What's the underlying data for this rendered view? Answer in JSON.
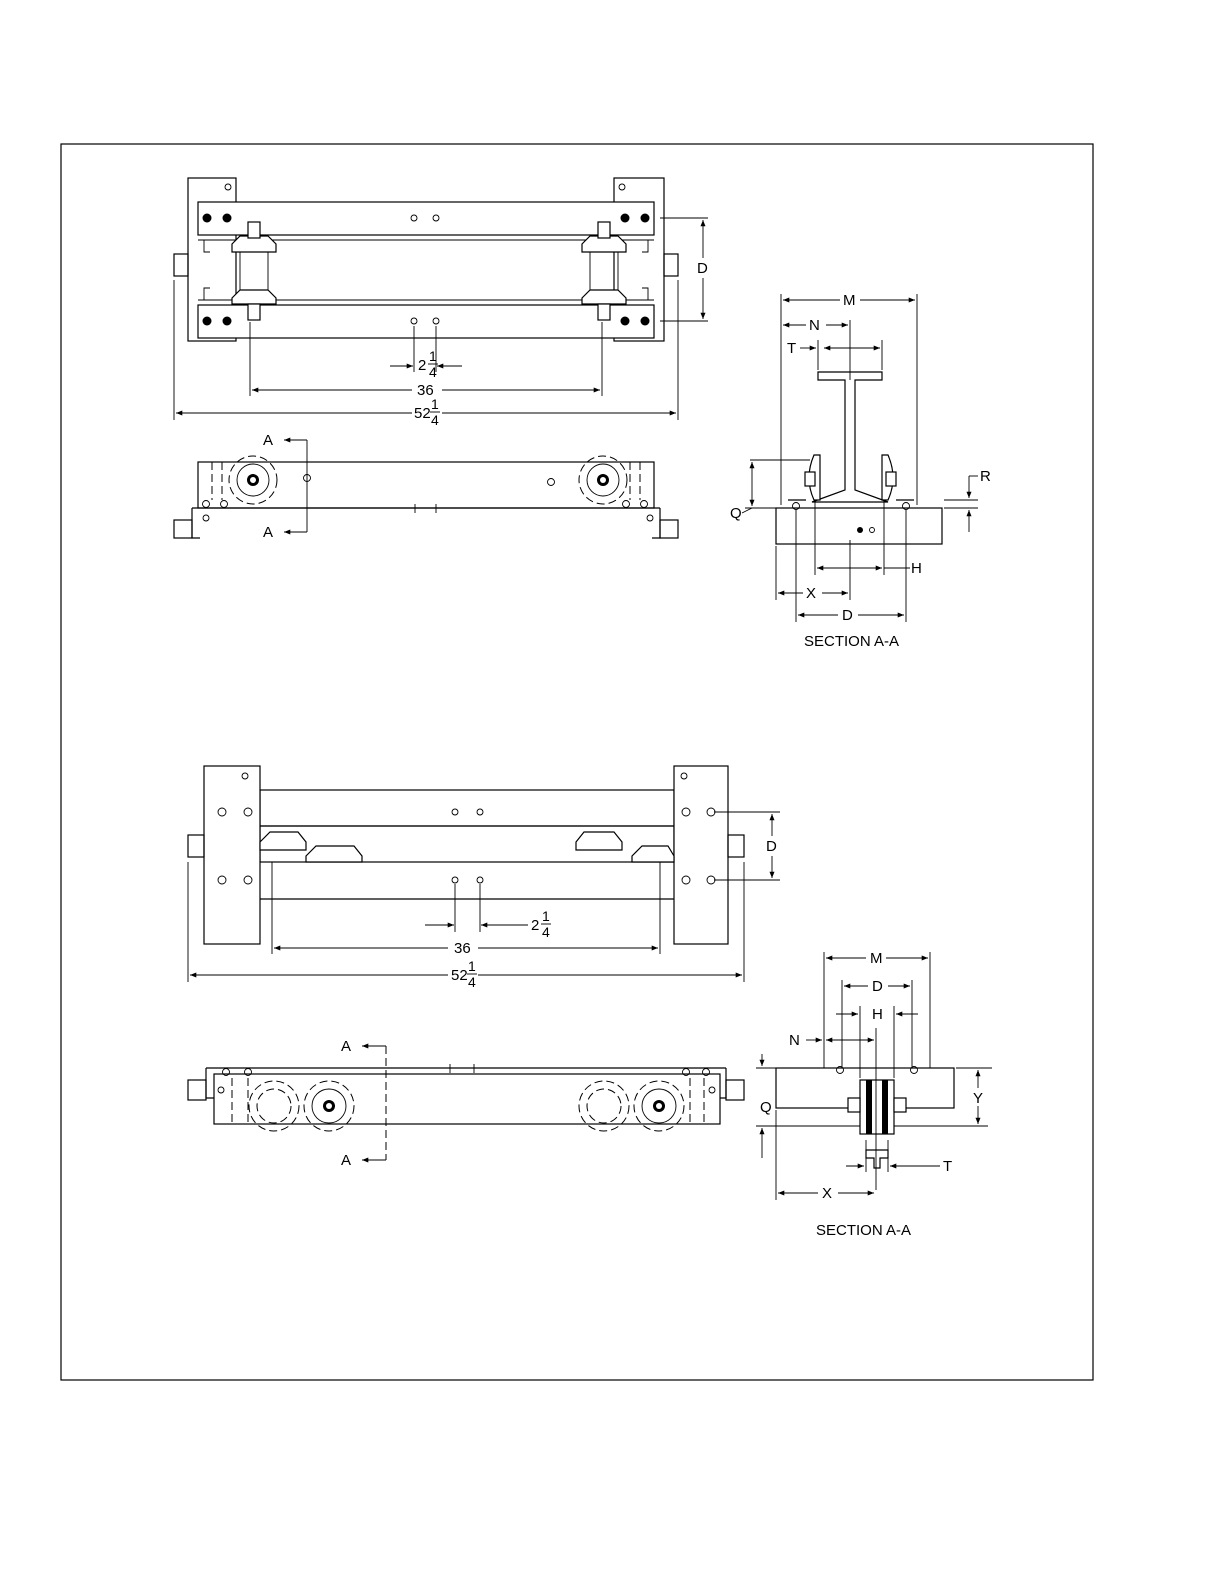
{
  "diagram1": {
    "plan": {
      "dim_d": "D",
      "dim_small_whole": "2",
      "dim_small_num": "1",
      "dim_small_den": "4",
      "dim_mid": "36",
      "dim_overall_whole": "52",
      "dim_overall_num": "1",
      "dim_overall_den": "4"
    },
    "elevation": {
      "section_mark_top": "A",
      "section_mark_bottom": "A"
    },
    "section": {
      "m": "M",
      "n": "N",
      "t": "T",
      "r": "R",
      "q": "Q",
      "h": "H",
      "x": "X",
      "d": "D",
      "caption": "SECTION A-A"
    }
  },
  "diagram2": {
    "plan": {
      "dim_d": "D",
      "dim_small_whole": "2",
      "dim_small_num": "1",
      "dim_small_den": "4",
      "dim_mid": "36",
      "dim_overall_whole": "52",
      "dim_overall_num": "1",
      "dim_overall_den": "4"
    },
    "elevation": {
      "section_mark_top": "A",
      "section_mark_bottom": "A"
    },
    "section": {
      "m": "M",
      "d": "D",
      "h": "H",
      "n": "N",
      "q": "Q",
      "y": "Y",
      "t": "T",
      "x": "X",
      "caption": "SECTION A-A"
    }
  }
}
